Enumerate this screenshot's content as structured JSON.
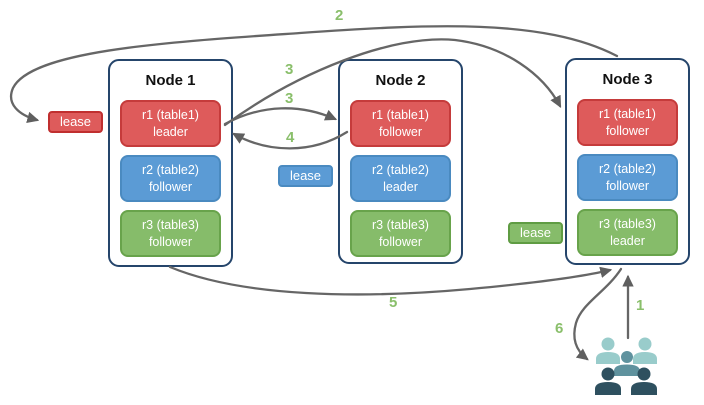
{
  "diagram": {
    "nodes": [
      {
        "title": "Node 1",
        "replicas": [
          {
            "line1": "r1 (table1)",
            "line2": "leader",
            "color": "red"
          },
          {
            "line1": "r2 (table2)",
            "line2": "follower",
            "color": "blue"
          },
          {
            "line1": "r3 (table3)",
            "line2": "follower",
            "color": "green"
          }
        ]
      },
      {
        "title": "Node 2",
        "replicas": [
          {
            "line1": "r1 (table1)",
            "line2": "follower",
            "color": "red"
          },
          {
            "line1": "r2 (table2)",
            "line2": "leader",
            "color": "blue"
          },
          {
            "line1": "r3 (table3)",
            "line2": "follower",
            "color": "green"
          }
        ]
      },
      {
        "title": "Node 3",
        "replicas": [
          {
            "line1": "r1 (table1)",
            "line2": "follower",
            "color": "red"
          },
          {
            "line1": "r2 (table2)",
            "line2": "follower",
            "color": "blue"
          },
          {
            "line1": "r3 (table3)",
            "line2": "leader",
            "color": "green"
          }
        ]
      }
    ],
    "leases": [
      {
        "label": "lease",
        "color": "red"
      },
      {
        "label": "lease",
        "color": "blue"
      },
      {
        "label": "lease",
        "color": "green"
      }
    ],
    "steps": {
      "s1": "1",
      "s2": "2",
      "s3a": "3",
      "s3b": "3",
      "s4": "4",
      "s5": "5",
      "s6": "6"
    },
    "icons": {
      "users": "users-icon"
    },
    "palette": {
      "replica_red": "#de5b5b",
      "replica_blue": "#5b9bd5",
      "replica_green": "#86bc6a",
      "node_border": "#25456b",
      "arrow_gray": "#666666",
      "step_green": "#8abf6b",
      "users_light_teal": "#99cccb",
      "users_mid_teal": "#5f929e",
      "users_dark_teal": "#2e505f"
    }
  }
}
